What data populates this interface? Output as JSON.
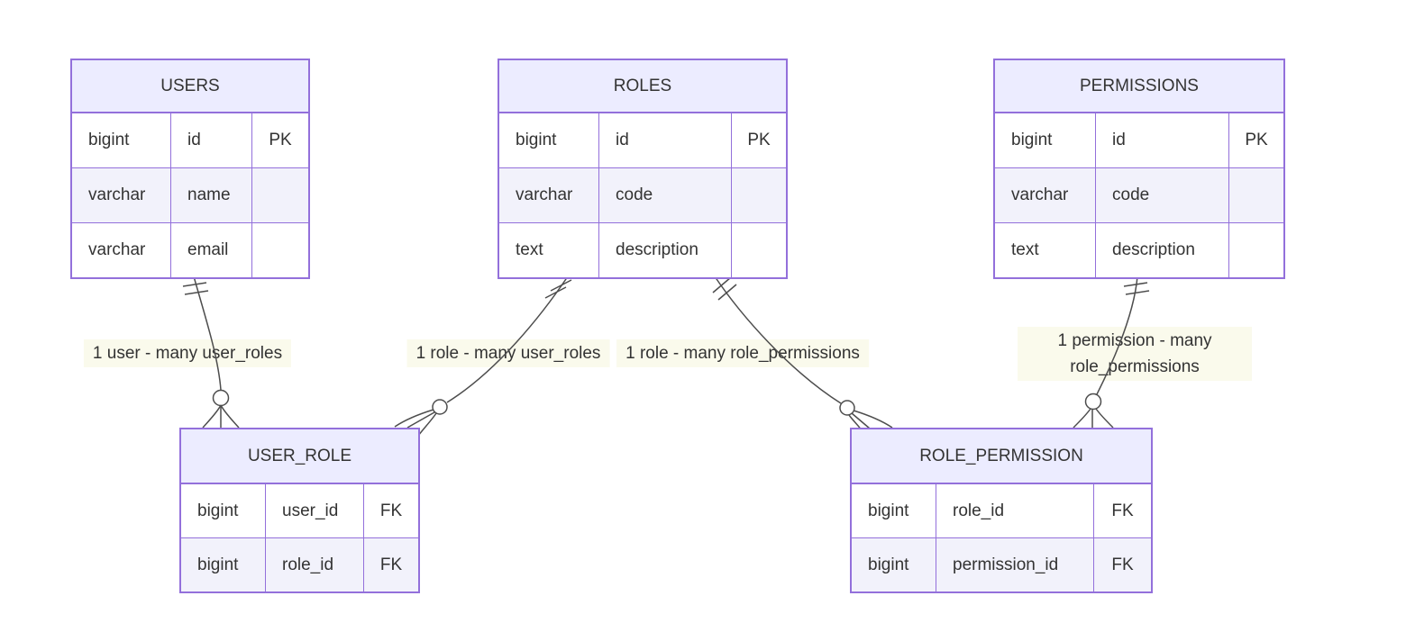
{
  "diagram": {
    "type": "entity-relationship",
    "colors": {
      "entity_border": "#9370DB",
      "entity_header_fill": "#ECECFF",
      "row_alt_fill": "#f2f2fb",
      "line_color": "#4d4d4d",
      "label_background": "#fafaec",
      "text_color": "#333333",
      "page_background": "#ffffff"
    },
    "entities": [
      {
        "name": "USERS",
        "rows": [
          {
            "type": "bigint",
            "attr": "id",
            "key": "PK"
          },
          {
            "type": "varchar",
            "attr": "name",
            "key": ""
          },
          {
            "type": "varchar",
            "attr": "email",
            "key": ""
          }
        ]
      },
      {
        "name": "ROLES",
        "rows": [
          {
            "type": "bigint",
            "attr": "id",
            "key": "PK"
          },
          {
            "type": "varchar",
            "attr": "code",
            "key": ""
          },
          {
            "type": "text",
            "attr": "description",
            "key": ""
          }
        ]
      },
      {
        "name": "PERMISSIONS",
        "rows": [
          {
            "type": "bigint",
            "attr": "id",
            "key": "PK"
          },
          {
            "type": "varchar",
            "attr": "code",
            "key": ""
          },
          {
            "type": "text",
            "attr": "description",
            "key": ""
          }
        ]
      },
      {
        "name": "USER_ROLE",
        "rows": [
          {
            "type": "bigint",
            "attr": "user_id",
            "key": "FK"
          },
          {
            "type": "bigint",
            "attr": "role_id",
            "key": "FK"
          }
        ]
      },
      {
        "name": "ROLE_PERMISSION",
        "rows": [
          {
            "type": "bigint",
            "attr": "role_id",
            "key": "FK"
          },
          {
            "type": "bigint",
            "attr": "permission_id",
            "key": "FK"
          }
        ]
      }
    ],
    "relationships": [
      {
        "from": "USERS",
        "to": "USER_ROLE",
        "from_cardinality": "exactly-one",
        "to_cardinality": "zero-or-many",
        "label": "1 user - many user_roles"
      },
      {
        "from": "ROLES",
        "to": "USER_ROLE",
        "from_cardinality": "exactly-one",
        "to_cardinality": "zero-or-many",
        "label": "1 role - many user_roles"
      },
      {
        "from": "ROLES",
        "to": "ROLE_PERMISSION",
        "from_cardinality": "exactly-one",
        "to_cardinality": "zero-or-many",
        "label": "1 role - many role_permissions"
      },
      {
        "from": "PERMISSIONS",
        "to": "ROLE_PERMISSION",
        "from_cardinality": "exactly-one",
        "to_cardinality": "zero-or-many",
        "label": "1 permission - many role_permissions"
      }
    ]
  }
}
